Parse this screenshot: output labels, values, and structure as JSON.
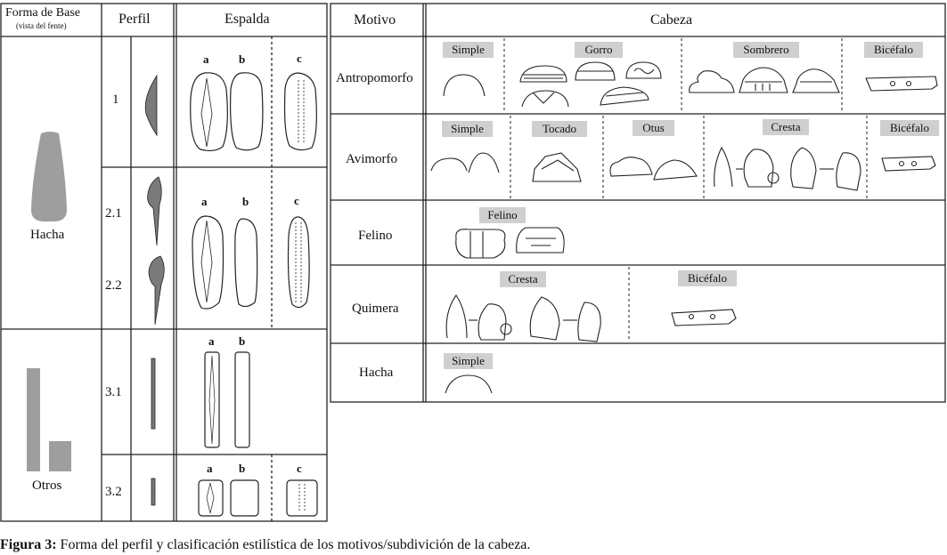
{
  "left_table": {
    "headers": {
      "forma_base": "Forma de Base",
      "forma_base_sub": "(vista del fente)",
      "perfil": "Perfil",
      "espalda": "Espalda"
    },
    "groups": [
      {
        "name": "Hacha",
        "rows": [
          "1",
          "2.1",
          "2.2"
        ]
      },
      {
        "name": "Otros",
        "rows": [
          "3.1",
          "3.2"
        ]
      }
    ],
    "sub_labels": {
      "r1": [
        "a",
        "b",
        "c"
      ],
      "r2": [
        "a",
        "b",
        "c"
      ],
      "r31": [
        "a",
        "b"
      ],
      "r32": [
        "a",
        "b",
        "c"
      ]
    },
    "colors": {
      "shape_fill": "#8c8c8c",
      "light_fill": "#9e9e9e"
    }
  },
  "right_table": {
    "headers": {
      "motivo": "Motivo",
      "cabeza": "Cabeza"
    },
    "rows": [
      {
        "motivo": "Antropomorfo",
        "categories": [
          "Simple",
          "Gorro",
          "Sombrero",
          "Bicéfalo"
        ]
      },
      {
        "motivo": "Avimorfo",
        "categories": [
          "Simple",
          "Tocado",
          "Otus",
          "Cresta",
          "Bicéfalo"
        ]
      },
      {
        "motivo": "Felino",
        "categories": [
          "Felino"
        ]
      },
      {
        "motivo": "Quimera",
        "categories": [
          "Cresta",
          "Bicéfalo"
        ]
      },
      {
        "motivo": "Hacha",
        "categories": [
          "Simple"
        ]
      }
    ],
    "chip_color": "#cfcfcf"
  },
  "caption": {
    "label": "Figura 3:",
    "text": " Forma del perfil y clasificación estilística de los motivos/subdivición de la cabeza."
  }
}
